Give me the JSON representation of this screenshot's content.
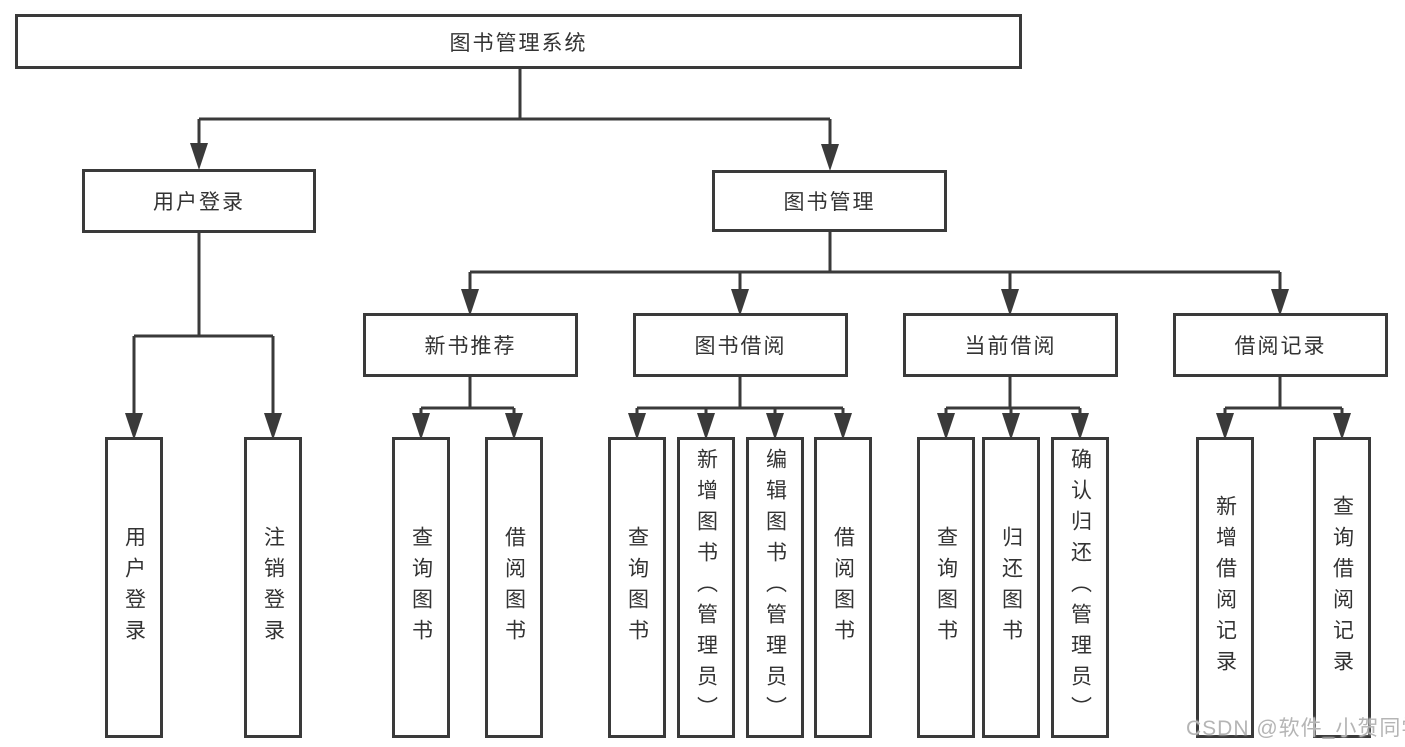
{
  "diagram": {
    "root": {
      "label": "图书管理系统"
    },
    "level2": [
      {
        "label": "用户登录"
      },
      {
        "label": "图书管理"
      }
    ],
    "level3": [
      {
        "label": "新书推荐"
      },
      {
        "label": "图书借阅"
      },
      {
        "label": "当前借阅"
      },
      {
        "label": "借阅记录"
      }
    ],
    "level4": [
      {
        "label": "用户登录"
      },
      {
        "label": "注销登录"
      },
      {
        "label": "查询图书"
      },
      {
        "label": "借阅图书"
      },
      {
        "label": "查询图书"
      },
      {
        "label": "新增图书（管理员）"
      },
      {
        "label": "编辑图书（管理员）"
      },
      {
        "label": "借阅图书"
      },
      {
        "label": "查询图书"
      },
      {
        "label": "归还图书"
      },
      {
        "label": "确认归还（管理员）"
      },
      {
        "label": "新增借阅记录"
      },
      {
        "label": "查询借阅记录"
      }
    ]
  },
  "watermark": {
    "text": "CSDN @软件_小贺同学"
  },
  "colors": {
    "line": "#3a3a3a",
    "text": "#333333",
    "watermark": "#b5b5b5",
    "background": "#ffffff"
  }
}
